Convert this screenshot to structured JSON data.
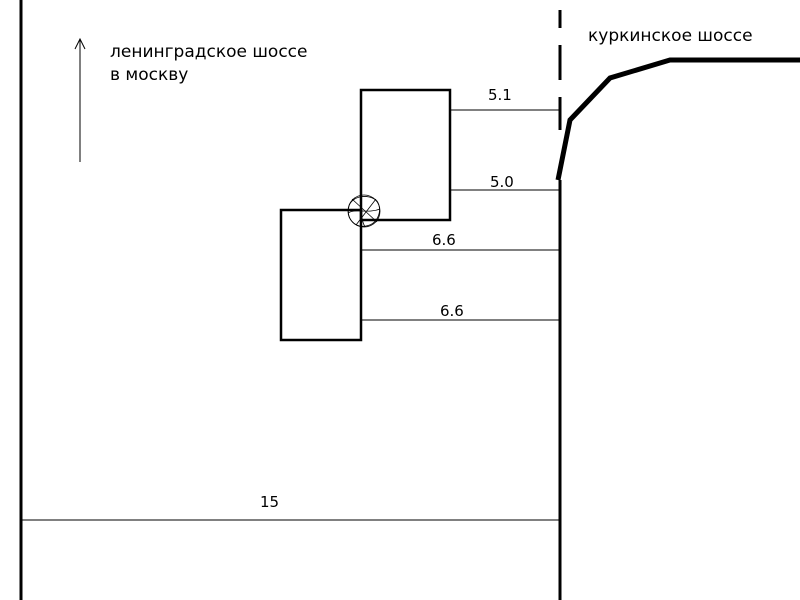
{
  "labels": {
    "leningradskoe_line1": "ленинградское шоссе",
    "leningradskoe_line2": "в москву",
    "kurkinskoe": "куркинское шоссе"
  },
  "dimensions": {
    "d1": "5.1",
    "d2": "5.0",
    "d3": "6.6",
    "d4": "6.6",
    "d5": "15"
  },
  "icons": {
    "direction": "arrow-up-icon",
    "marker": "scribble-circle-icon"
  },
  "colors": {
    "ink": "#000000",
    "background": "#ffffff"
  }
}
